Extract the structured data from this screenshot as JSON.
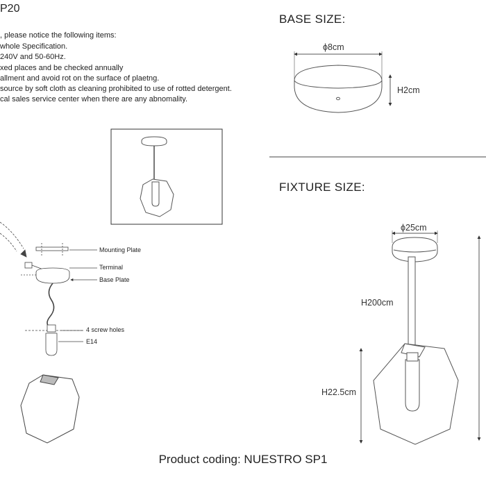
{
  "model_fragment": "P20",
  "notices": [
    ", please notice the following items:",
    "whole Specification.",
    "240V and 50-60Hz.",
    "xed places and be checked annually",
    "allment and avoid rot on the surface of plaetng.",
    "source by soft cloth as cleaning prohibited to use of rotted detergent.",
    "cal sales service center when there are any abnomality."
  ],
  "base": {
    "heading": "BASE SIZE:",
    "diameter_label": "ϕ8cm",
    "height_label": "H2cm"
  },
  "fixture": {
    "heading": "FIXTURE SIZE:",
    "diameter_label": "ϕ25cm",
    "total_height_label": "H200cm",
    "shade_height_label": "H22.5cm"
  },
  "install_labels": {
    "mounting_plate": "Mounting Plate",
    "terminal": "Terminal",
    "base_plate": "Base Plate",
    "screw_holes": "4 screw holes",
    "socket": "E14"
  },
  "product_coding": "Product coding: NUESTRO SP1"
}
